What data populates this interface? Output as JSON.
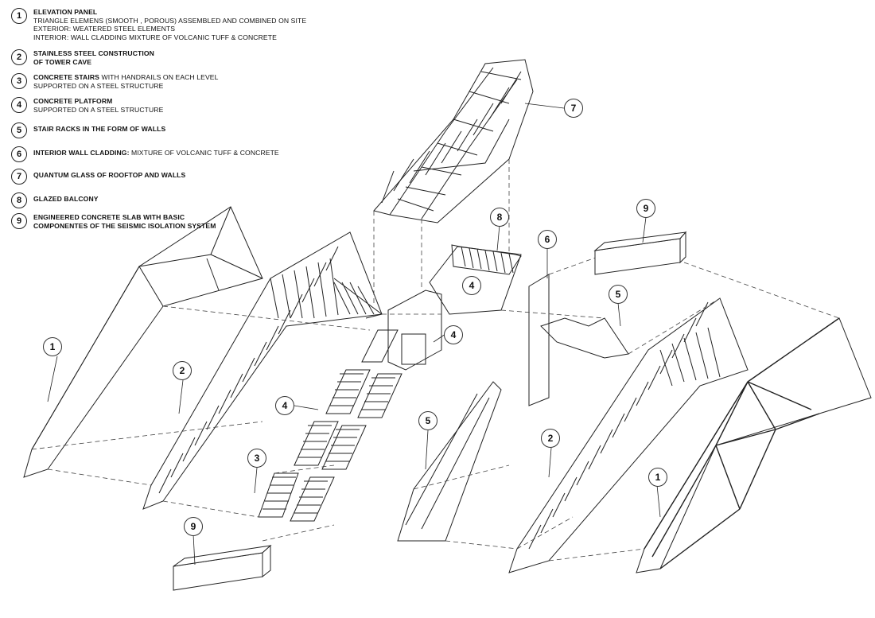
{
  "legend": [
    {
      "num": "1",
      "title": "ELEVATION PANEL",
      "text": "",
      "lines": [
        "TRIANGLE ELEMENS (SMOOTH , POROUS) ASSEMBLED AND COMBINED ON SITE",
        "EXTERIOR: WEATERED STEEL ELEMENTS",
        "INTERIOR: WALL CLADDING MIXTURE OF VOLCANIC TUFF & CONCRETE"
      ]
    },
    {
      "num": "2",
      "title": "STAINLESS STEEL CONSTRUCTION",
      "text": "",
      "lines": [
        "OF TOWER CAVE"
      ]
    },
    {
      "num": "3",
      "title": "CONCRETE STAIRS",
      "text": " WITH HANDRAILS ON EACH LEVEL",
      "lines": [
        "SUPPORTED ON A STEEL STRUCTURE"
      ]
    },
    {
      "num": "4",
      "title": "CONCRETE PLATFORM",
      "text": "",
      "lines": [
        "SUPPORTED ON A STEEL STRUCTURE"
      ]
    },
    {
      "num": "5",
      "title": "STAIR RACKS IN THE FORM OF WALLS",
      "text": "",
      "lines": []
    },
    {
      "num": "6",
      "title": "INTERIOR WALL CLADDING:",
      "text": " MIXTURE OF VOLCANIC TUFF & CONCRETE",
      "lines": []
    },
    {
      "num": "7",
      "title": "QUANTUM GLASS OF ROOFTOP AND WALLS",
      "text": "",
      "lines": []
    },
    {
      "num": "8",
      "title": "GLAZED BALCONY",
      "text": "",
      "lines": []
    },
    {
      "num": "9",
      "title": "ENGINEERED CONCRETE SLAB WITH BASIC",
      "text": "",
      "lines": [
        "COMPONENTES OF THE SEISMIC ISOLATION SYSTEM"
      ]
    }
  ],
  "callouts": [
    "7",
    "8",
    "9",
    "6",
    "5",
    "4",
    "4",
    "1",
    "2",
    "4",
    "5",
    "3",
    "2",
    "1",
    "9"
  ],
  "colors": {
    "line": "#222222",
    "dash": "#444444",
    "background": "#ffffff"
  }
}
